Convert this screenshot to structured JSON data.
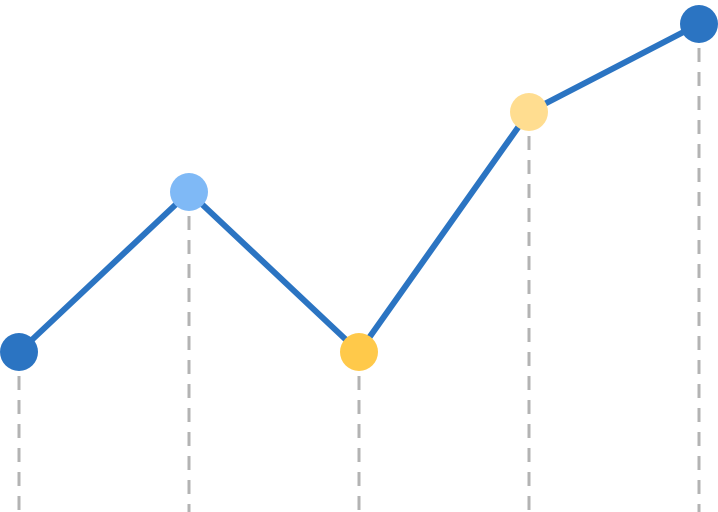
{
  "chart_data": {
    "type": "line",
    "title": "",
    "xlabel": "",
    "ylabel": "",
    "x": [
      1,
      2,
      3,
      4,
      5
    ],
    "values": [
      2,
      4,
      2,
      5,
      6.1
    ],
    "ylim": [
      0,
      6.4
    ],
    "grid": false,
    "legend": "none",
    "dashed_guides": true,
    "line_color": "#2b74c2",
    "guide_color": "#b3b3b3",
    "point_colors": [
      "#2b74c2",
      "#7fb9f6",
      "#ffc94a",
      "#ffdd90",
      "#2b74c2"
    ]
  }
}
